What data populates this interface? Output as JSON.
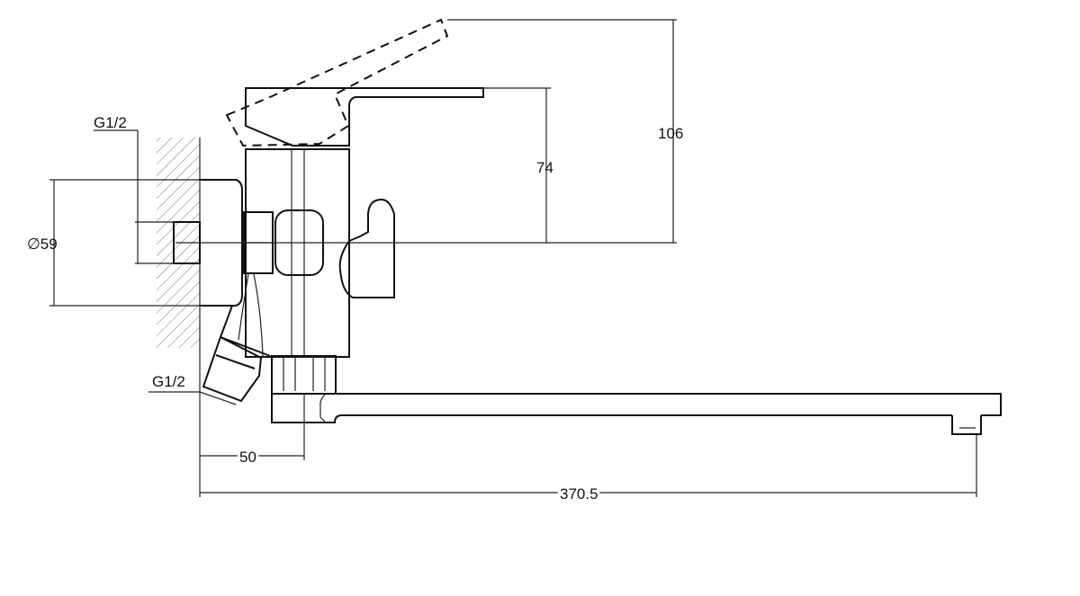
{
  "drawing": {
    "dimensions": {
      "height_total": "106",
      "height_lever": "74",
      "escutcheon_diameter": "∅59",
      "inlet_thread_top": "G1/2",
      "inlet_thread_bottom": "G1/2",
      "wall_to_axis": "50",
      "spout_reach": "370.5"
    },
    "line_color": "#111111"
  }
}
